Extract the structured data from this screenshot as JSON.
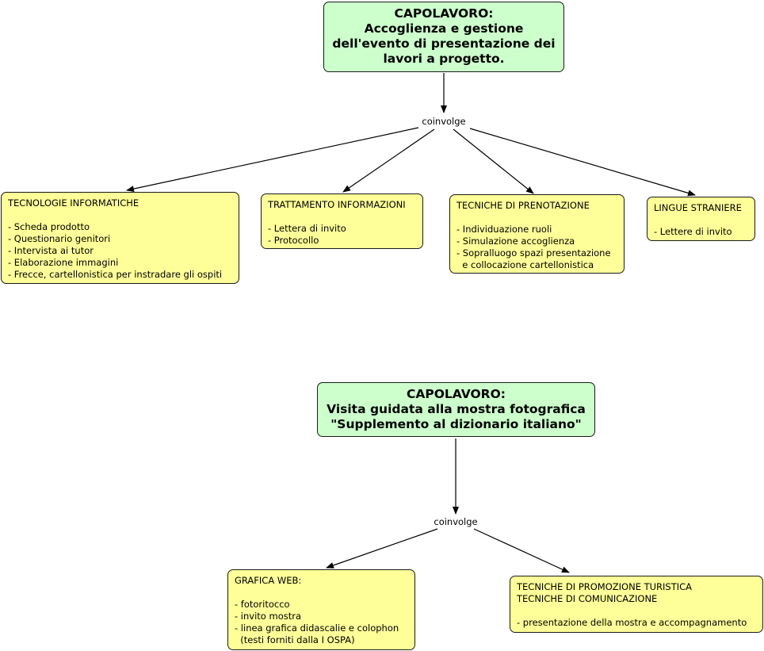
{
  "concept_maps": [
    {
      "main": {
        "lines": [
          "CAPOLAVORO:",
          "Accoglienza e gestione",
          "dell'evento di presentazione dei",
          "lavori a progetto."
        ]
      },
      "link_label": "coinvolge",
      "topics": [
        {
          "title_lines": [
            "TECNOLOGIE INFORMATICHE"
          ],
          "items": [
            "- Scheda prodotto",
            "- Questionario genitori",
            "- Intervista ai tutor",
            "- Elaborazione immagini",
            "- Frecce, cartellonistica per instradare gli ospiti"
          ]
        },
        {
          "title_lines": [
            "TRATTAMENTO INFORMAZIONI"
          ],
          "items": [
            "- Lettera di invito",
            "- Protocollo"
          ]
        },
        {
          "title_lines": [
            "TECNICHE DI PRENOTAZIONE"
          ],
          "items": [
            "- Individuazione ruoli",
            "- Simulazione accoglienza",
            "- Sopralluogo spazi presentazione",
            "  e collocazione cartellonistica"
          ]
        },
        {
          "title_lines": [
            "LINGUE STRANIERE"
          ],
          "items": [
            "- Lettere di invito"
          ]
        }
      ]
    },
    {
      "main": {
        "lines": [
          "CAPOLAVORO:",
          "Visita guidata alla mostra fotografica",
          "\"Supplemento al dizionario italiano\""
        ]
      },
      "link_label": "coinvolge",
      "topics": [
        {
          "title_lines": [
            "GRAFICA WEB:"
          ],
          "items": [
            "- fotoritocco",
            "- invito mostra",
            "- linea grafica didascalie e colophon",
            "  (testi forniti dalla I OSPA)"
          ]
        },
        {
          "title_lines": [
            "TECNICHE DI PROMOZIONE TURISTICA",
            "TECNICHE DI COMUNICAZIONE"
          ],
          "items": [
            "- presentazione della mostra e accompagnamento"
          ]
        }
      ]
    }
  ]
}
